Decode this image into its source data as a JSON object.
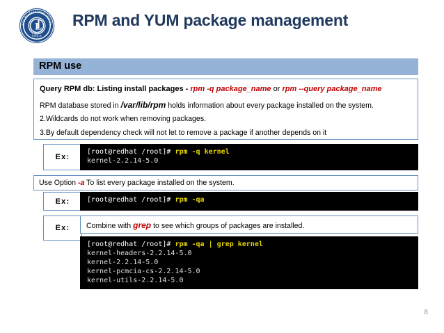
{
  "slide": {
    "title": "RPM and YUM package management",
    "page_number": "8",
    "logo": {
      "icon": "lpi-seal-logo",
      "ring_text": "Linux Professional Institute",
      "monogram": "L",
      "sub_text": "LPIC-1",
      "color": "#1f4e8c"
    },
    "title_color": "#20395e"
  },
  "section": {
    "bar_label": "RPM use",
    "bar_color": "#95b3d7"
  },
  "intro": {
    "line1": {
      "lead": "Query RPM db: Listing install packages - ",
      "cmd1": "rpm -q package_name",
      "joiner": " or ",
      "cmd2": "rpm --query package_name"
    },
    "line2": {
      "pre": "RPM database stored in ",
      "path": "/var/lib/rpm",
      "post": " holds information about every package installed on the system."
    },
    "line3": "2.Wildcards do not work when removing packages.",
    "line4": "3.By default dependency check will not let to remove a package if another depends on it"
  },
  "examples": [
    {
      "label": "Ex:",
      "terminal": {
        "prompt": "[root@redhat /root]# ",
        "command": "rpm -q kernel",
        "output": [
          "kernel-2.2.14-5.0"
        ]
      }
    },
    {
      "label": "Ex:",
      "terminal": {
        "prompt": "[root@redhat /root]# ",
        "command": "rpm -qa",
        "output": []
      }
    },
    {
      "label": "Ex:",
      "note": {
        "pre": "Combine with ",
        "highlight": "grep",
        "post": " to see which groups of packages are installed."
      },
      "terminal": {
        "prompt": "[root@redhat /root]# ",
        "command": "rpm -qa | grep kernel",
        "output": [
          "kernel-headers-2.2.14-5.0",
          "kernel-2.2.14-5.0",
          "kernel-pcmcia-cs-2.2.14-5.0",
          "kernel-utils-2.2.14-5.0"
        ]
      }
    }
  ],
  "note_option_a": {
    "pre": "Use Option ",
    "option": "-a",
    "post": " To list every package installed on the system."
  },
  "colors": {
    "accent_blue": "#628fbf",
    "bar_blue": "#95b3d7",
    "command_red": "#c00000",
    "terminal_bg": "#000000",
    "terminal_cmd": "#e7d600",
    "terminal_text": "#e8e8e8",
    "page_number": "#9a9a9a"
  }
}
